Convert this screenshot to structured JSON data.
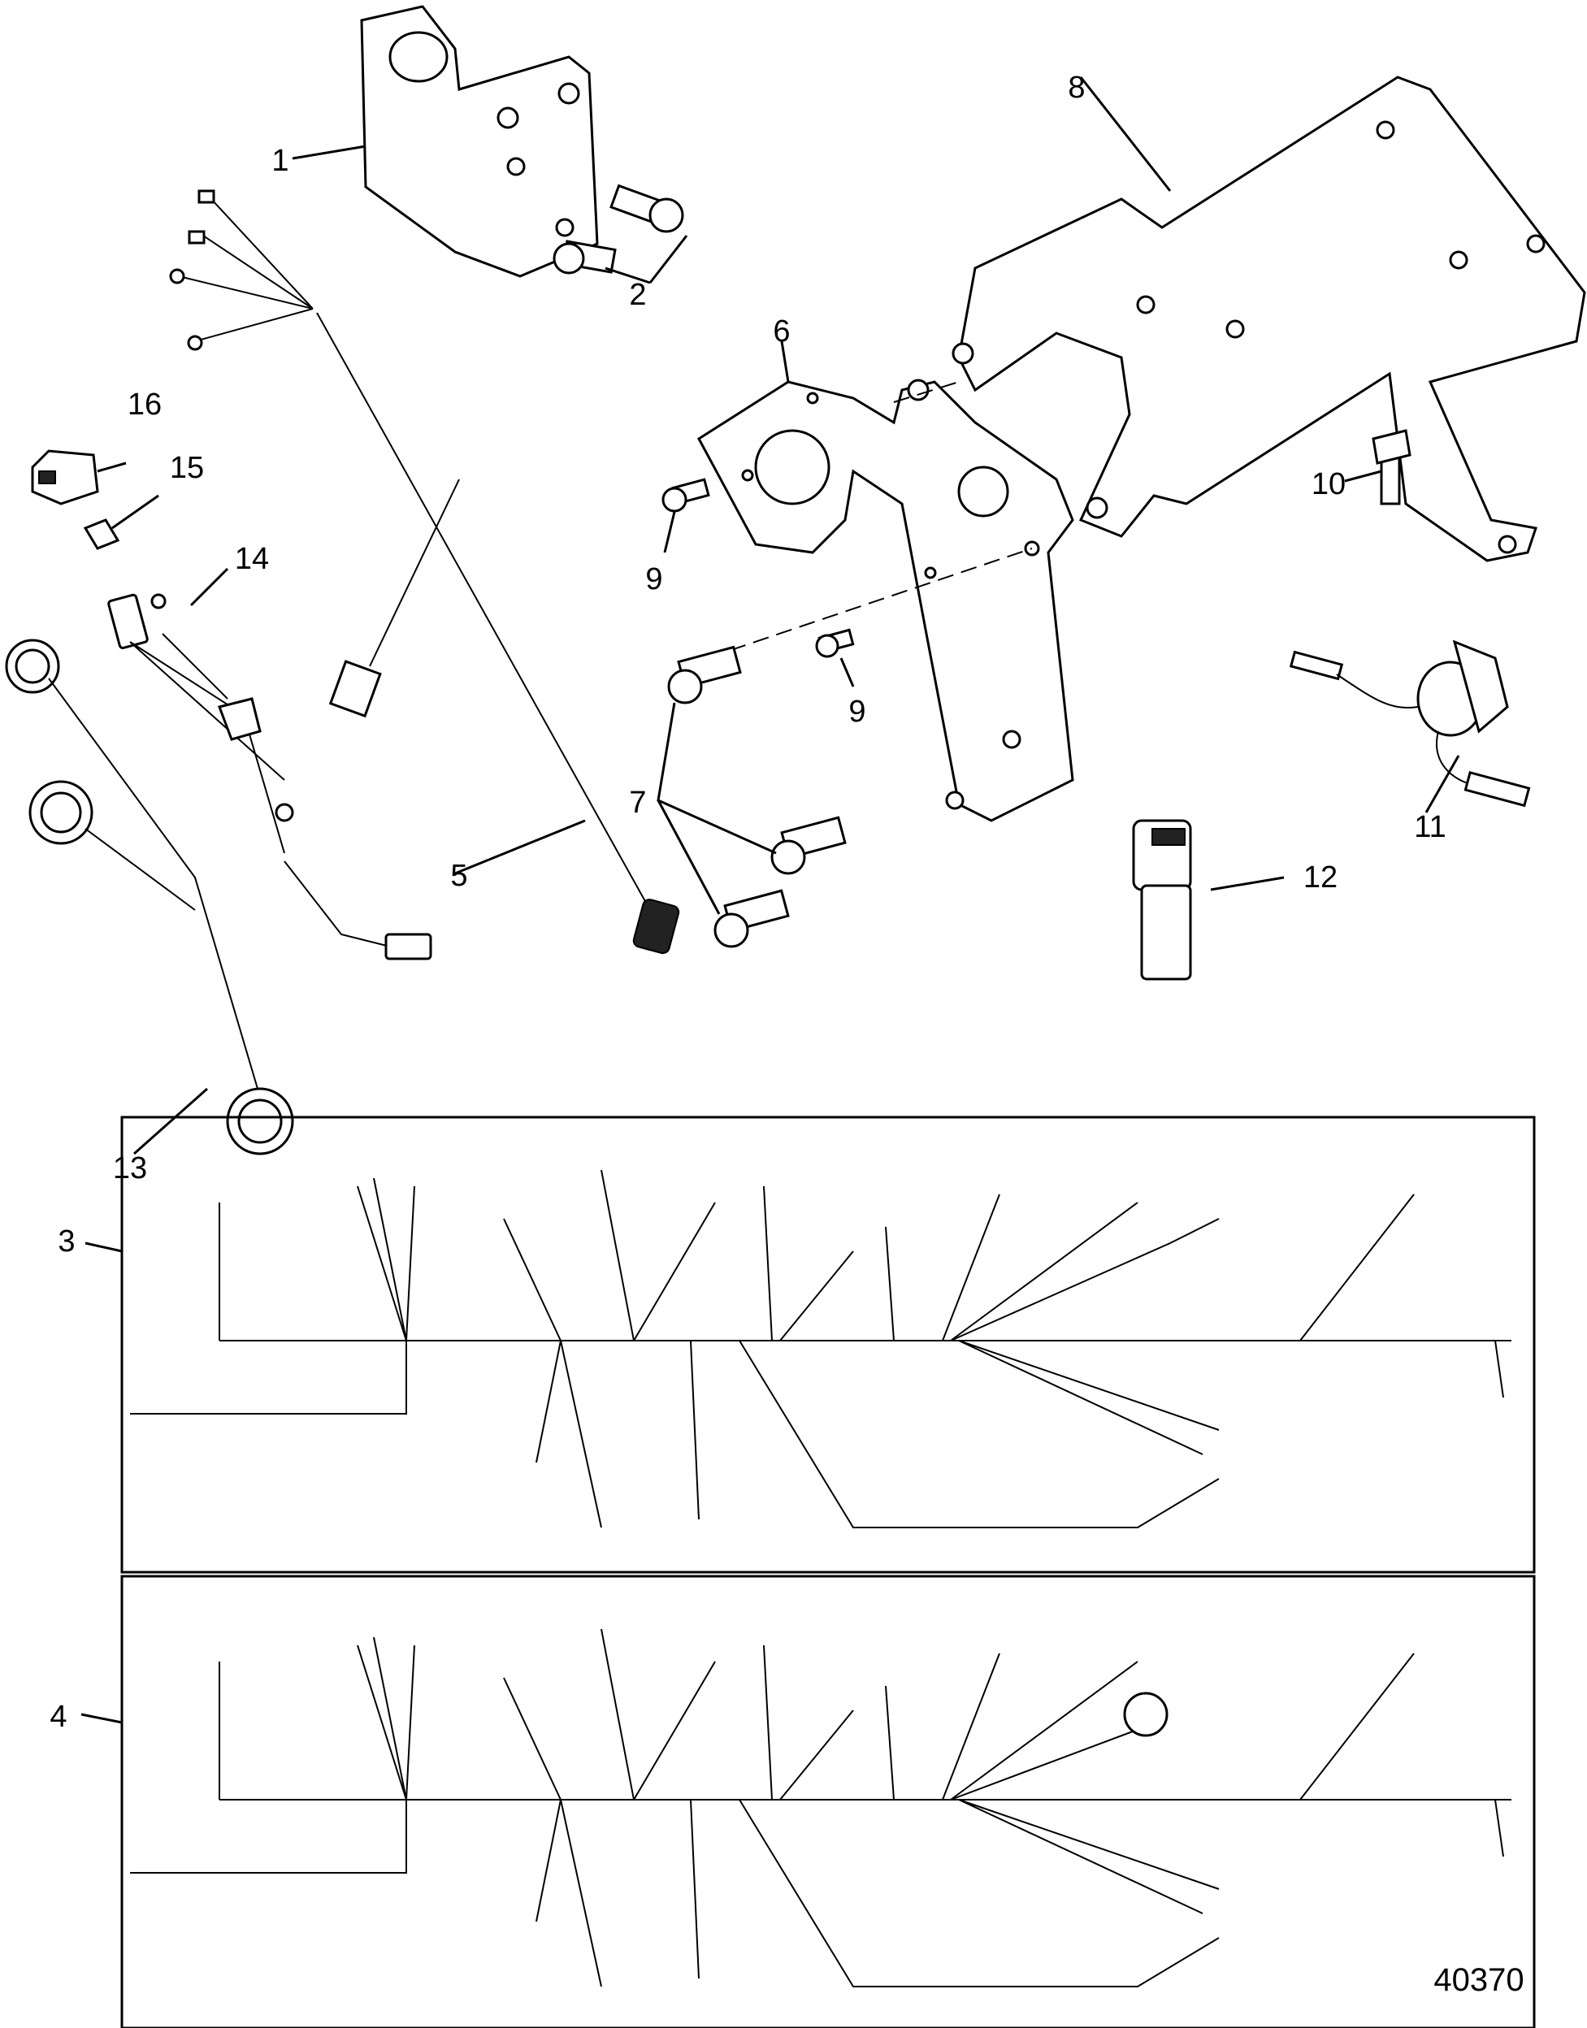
{
  "figure_number": "40370",
  "callouts": [
    {
      "id": "1",
      "label": "1"
    },
    {
      "id": "2",
      "label": "2"
    },
    {
      "id": "3",
      "label": "3"
    },
    {
      "id": "4",
      "label": "4"
    },
    {
      "id": "5",
      "label": "5"
    },
    {
      "id": "6",
      "label": "6"
    },
    {
      "id": "7",
      "label": "7"
    },
    {
      "id": "8",
      "label": "8"
    },
    {
      "id": "9a",
      "label": "9"
    },
    {
      "id": "9b",
      "label": "9"
    },
    {
      "id": "10",
      "label": "10"
    },
    {
      "id": "11",
      "label": "11"
    },
    {
      "id": "12",
      "label": "12"
    },
    {
      "id": "13",
      "label": "13"
    },
    {
      "id": "14",
      "label": "14"
    },
    {
      "id": "15",
      "label": "15"
    },
    {
      "id": "16",
      "label": "16"
    }
  ]
}
